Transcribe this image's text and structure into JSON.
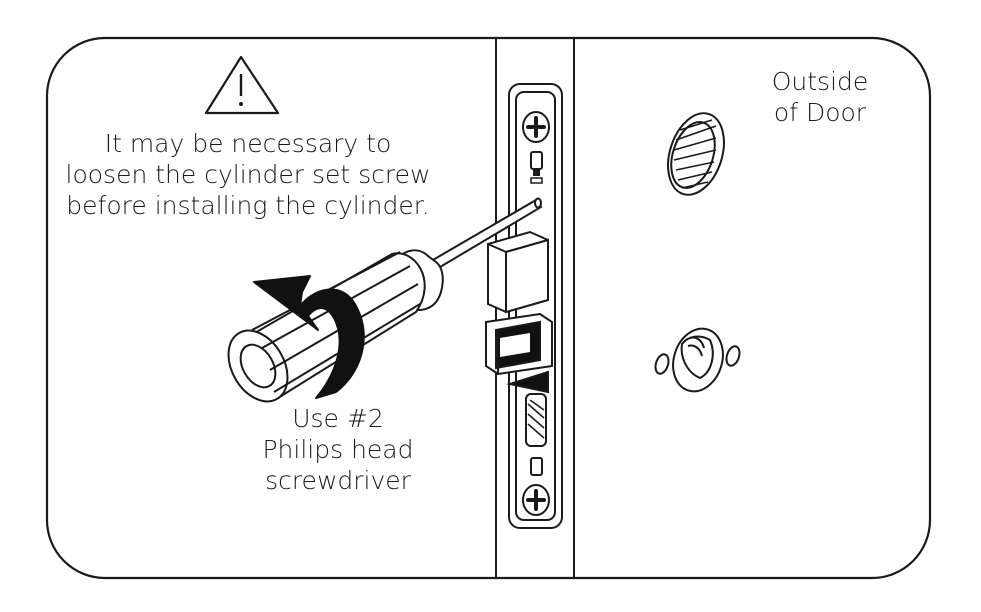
{
  "warning": {
    "icon": "warning-triangle-icon",
    "lines": [
      "It may be necessary to",
      "loosen the cylinder set screw",
      "before installing the cylinder."
    ]
  },
  "screwdriver_label": {
    "lines": [
      "Use #2",
      "Philips head",
      "screwdriver"
    ]
  },
  "door_side_label": {
    "lines": [
      "Outside",
      "of Door"
    ]
  },
  "colors": {
    "line": "#1a1a1a",
    "fill": "#111111",
    "background": "#ffffff"
  }
}
